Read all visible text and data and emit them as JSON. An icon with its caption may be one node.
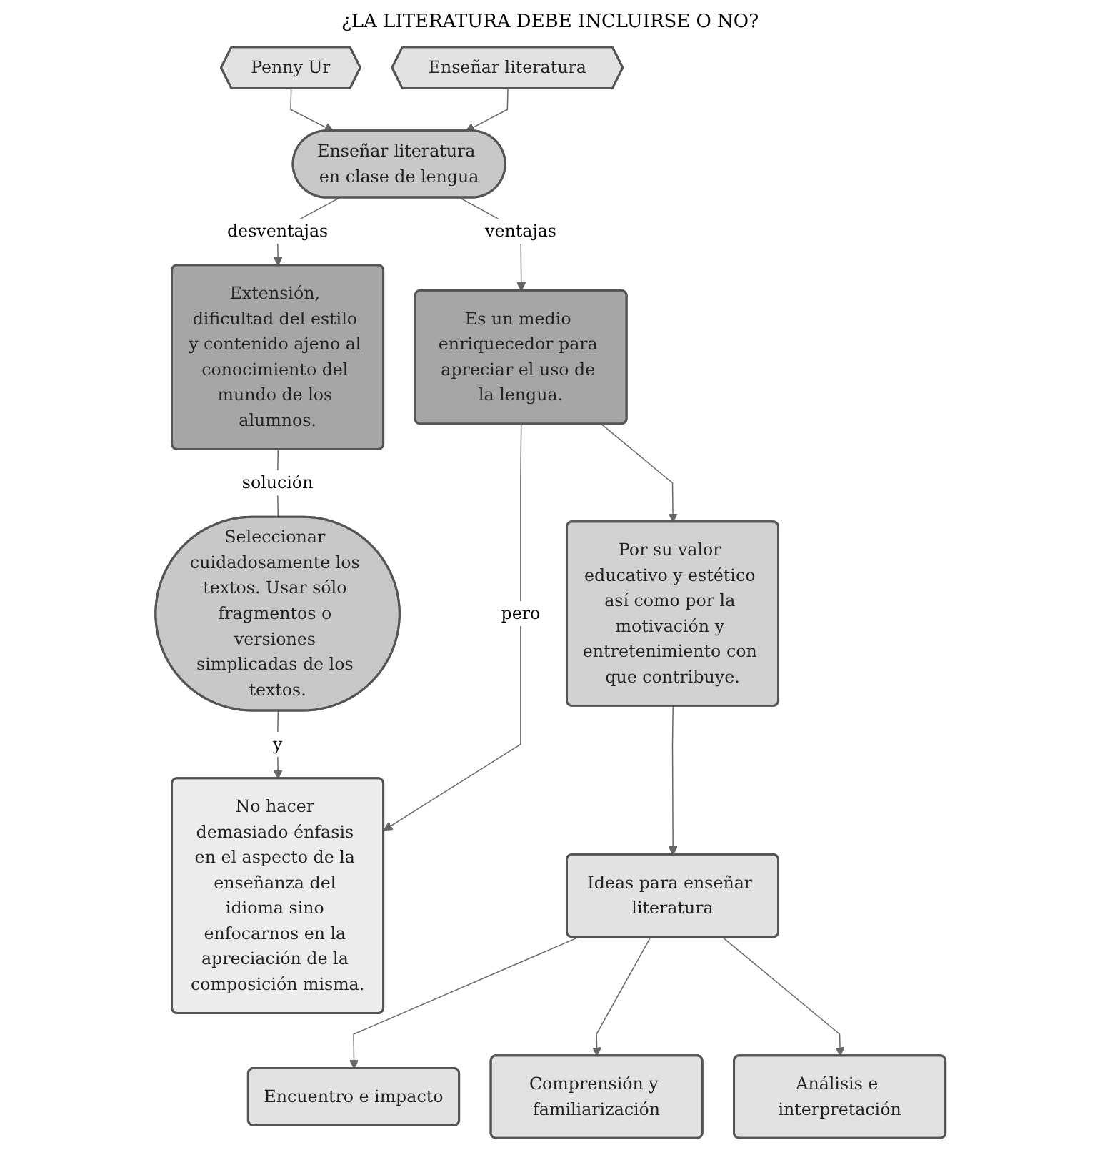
{
  "diagram": {
    "title": "¿LA LITERATURA DEBE INCLUIRSE O NO?",
    "nodes": [
      {
        "text": [
          "Enseñar literatura"
        ]
      },
      {
        "text": [
          "Enseñar literatura en clase de lengua"
        ]
      },
      {
        "text": [
          "Penny Ur"
        ]
      },
      {
        "text": [
          "Es un medio enriquecedor para apreciar el uso de la lengua."
        ]
      },
      {
        "text": [
          "No hacer demasiado énfasis en el aspecto de la enseñanza del idioma sino enfocarnos en la apreciación de la composición misma."
        ]
      },
      {
        "text": [
          "Extensión, dificultad del estilo y contenido ajeno al conocimiento del mundo de los alumnos."
        ]
      },
      {
        "text": [
          "Por su valor educativo y estético así como por la motivación y entretenimiento con que contribuye."
        ]
      },
      {
        "text": [
          "Seleccionar cuidadosamente los textos. Usar sólo fragmentos o versiones simplicadas de los textos."
        ]
      },
      {
        "text": [
          "Ideas para enseñar literatura"
        ]
      },
      {
        "text": [
          "Encuentro e impacto"
        ]
      },
      {
        "text": [
          "Comprensión y familiarización"
        ]
      },
      {
        "text": [
          "Análisis e interpretación"
        ]
      }
    ],
    "edges": [
      {
        "from": 0,
        "to": 1,
        "arrow": "to"
      },
      {
        "from": 2,
        "to": 1,
        "arrow": "to"
      },
      {
        "from": 1,
        "to": 3,
        "label": "ventajas",
        "arrow": "to"
      },
      {
        "from": 1,
        "to": 5,
        "label": "desventajas",
        "arrow": "to"
      },
      {
        "from": 3,
        "to": 4,
        "label": "pero",
        "arrow": "to"
      },
      {
        "from": 3,
        "to": 6,
        "arrow": "to"
      },
      {
        "from": 5,
        "to": 7,
        "label": "solución",
        "arrow": "none"
      },
      {
        "from": 7,
        "to": 4,
        "label": "y",
        "arrow": "to"
      },
      {
        "from": 6,
        "to": 8,
        "arrow": "to"
      },
      {
        "from": 8,
        "to": 9,
        "arrow": "to"
      },
      {
        "from": 8,
        "to": 10,
        "arrow": "to"
      },
      {
        "from": 8,
        "to": 11,
        "arrow": "to"
      }
    ]
  }
}
